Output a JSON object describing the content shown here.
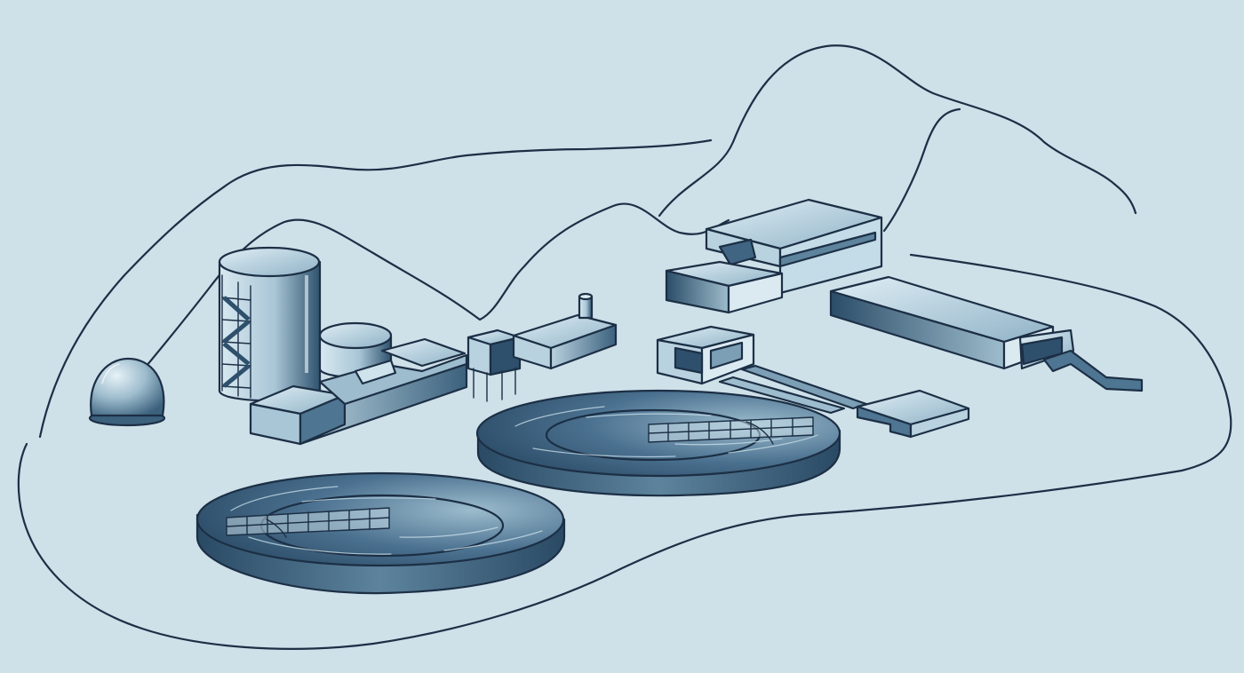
{
  "colors": {
    "background": "#cee0e8",
    "ink": "#1c2f45",
    "top_light": "#c4dce8",
    "mid": "#6f94ab",
    "dark": "#2e506c",
    "water": "#3f6582"
  },
  "scene": {
    "kind": "illustration",
    "elements": [
      "hills-outline",
      "site-boundary",
      "digester-dome",
      "tall-cylindrical-tank",
      "small-round-tank",
      "process-building",
      "small-shed-on-legs",
      "long-building-with-chimney",
      "large-rectangular-building",
      "small-open-frame-block",
      "long-channel-building",
      "inlet-channel",
      "left-clarifier",
      "right-clarifier"
    ]
  }
}
